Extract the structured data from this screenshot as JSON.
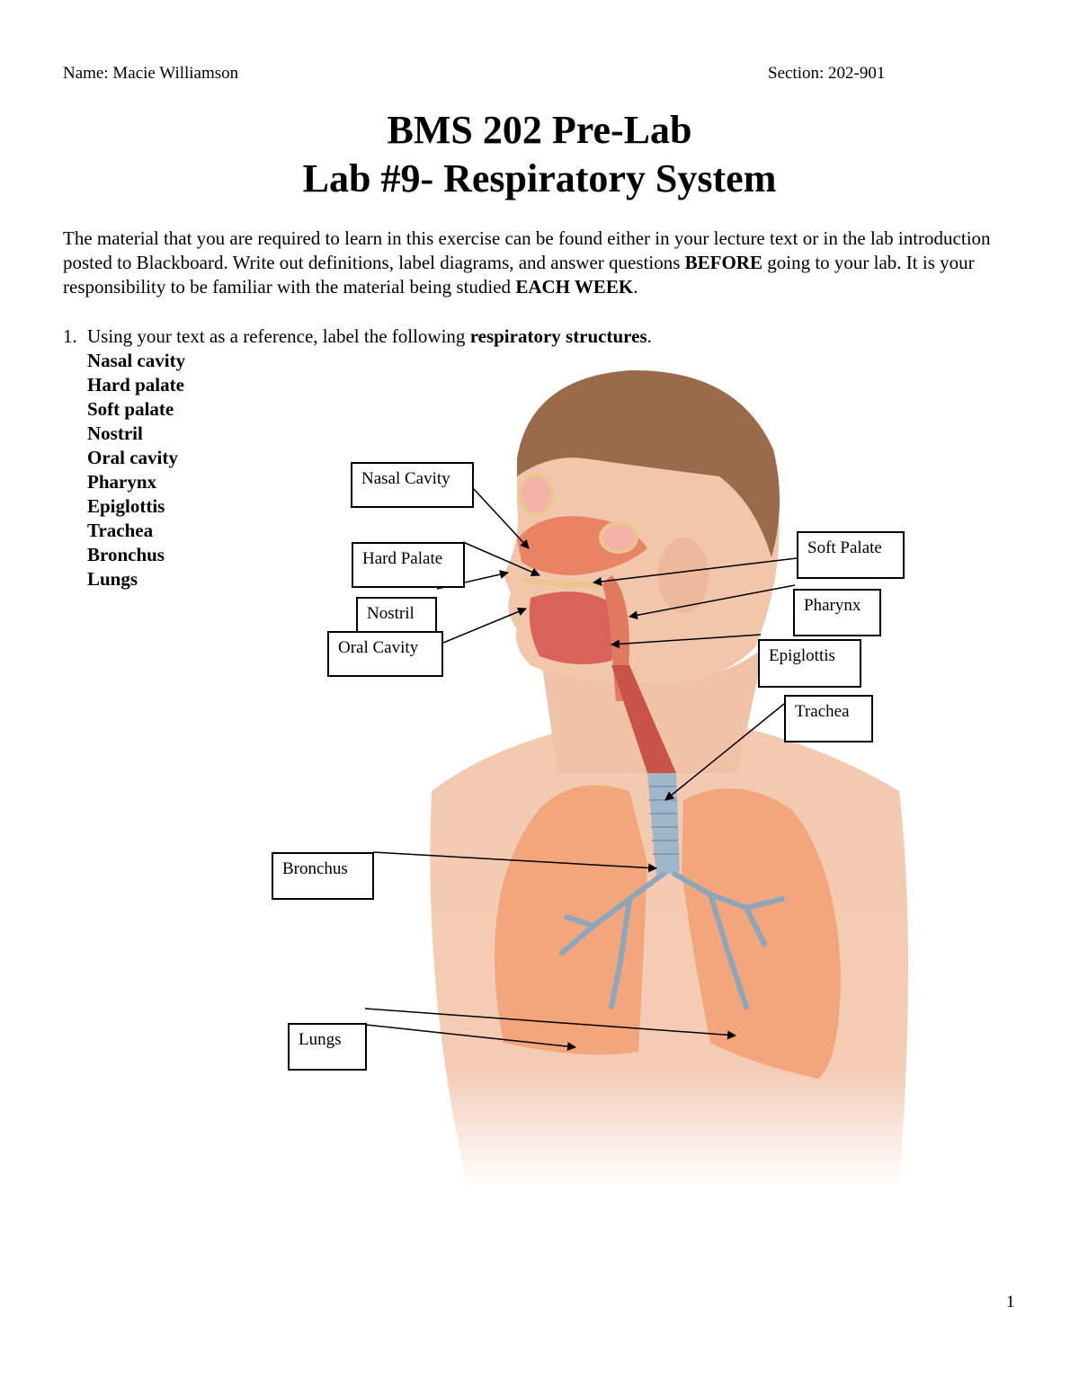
{
  "header": {
    "name": "Name: Macie Williamson",
    "section": "Section: 202-901"
  },
  "title": {
    "line1": "BMS 202 Pre-Lab",
    "line2": "Lab #9- Respiratory System"
  },
  "intro": {
    "part1": "The material that you are required to learn in this exercise can be found either in your lecture text or in the lab introduction posted to Blackboard.  Write out definitions, label diagrams, and answer questions ",
    "bold1": "BEFORE",
    "part2": " going to your lab.  It is your responsibility to be familiar with the material being studied ",
    "bold2": "EACH WEEK",
    "part3": "."
  },
  "question1": {
    "number": "1.",
    "text": "Using your text as a reference, label the following ",
    "bold": "respiratory structures",
    "end": ".",
    "terms": [
      "Nasal cavity",
      "Hard palate",
      "Soft palate",
      "Nostril",
      "Oral cavity",
      "Pharynx",
      "Epiglottis",
      "Trachea",
      "Bronchus",
      "Lungs"
    ]
  },
  "labels": {
    "nasal_cavity": "Nasal Cavity",
    "hard_palate": "Hard Palate",
    "nostril": "Nostril",
    "oral_cavity": "Oral Cavity",
    "soft_palate": "Soft Palate",
    "pharynx": "Pharynx",
    "epiglottis": "Epiglottis",
    "trachea": "Trachea",
    "bronchus": "Bronchus",
    "lungs": "Lungs"
  },
  "page_number": "1",
  "colors": {
    "skin": "#f3c9b0",
    "hair": "#9a6b4b",
    "lung": "#f3a274",
    "airway": "#d9635a",
    "trachea": "#9fb7c9"
  }
}
